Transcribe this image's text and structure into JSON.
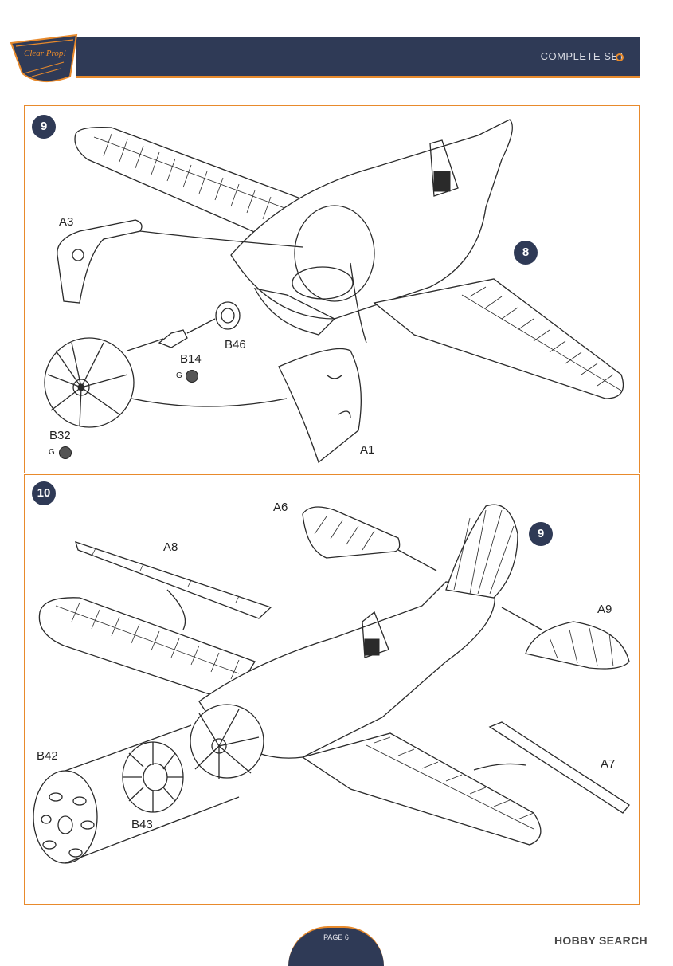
{
  "header": {
    "title": "COMPLETE SET",
    "logo_text": "Clear Prop!"
  },
  "steps": [
    {
      "number": "9",
      "ref_badge": "8",
      "parts": {
        "a3": "A3",
        "b46": "B46",
        "b14": "B14",
        "b32": "B32",
        "a1": "A1"
      },
      "paint_codes": {
        "b14": "G",
        "b32": "G"
      }
    },
    {
      "number": "10",
      "ref_badge": "9",
      "parts": {
        "a6": "A6",
        "a8": "A8",
        "a9": "A9",
        "a7": "A7",
        "b42": "B42",
        "b43": "B43"
      }
    }
  ],
  "footer": {
    "page": "PAGE 6",
    "watermark": "HOBBY SEARCH"
  },
  "colors": {
    "accent": "#e88a2c",
    "navy": "#2f3a56"
  }
}
